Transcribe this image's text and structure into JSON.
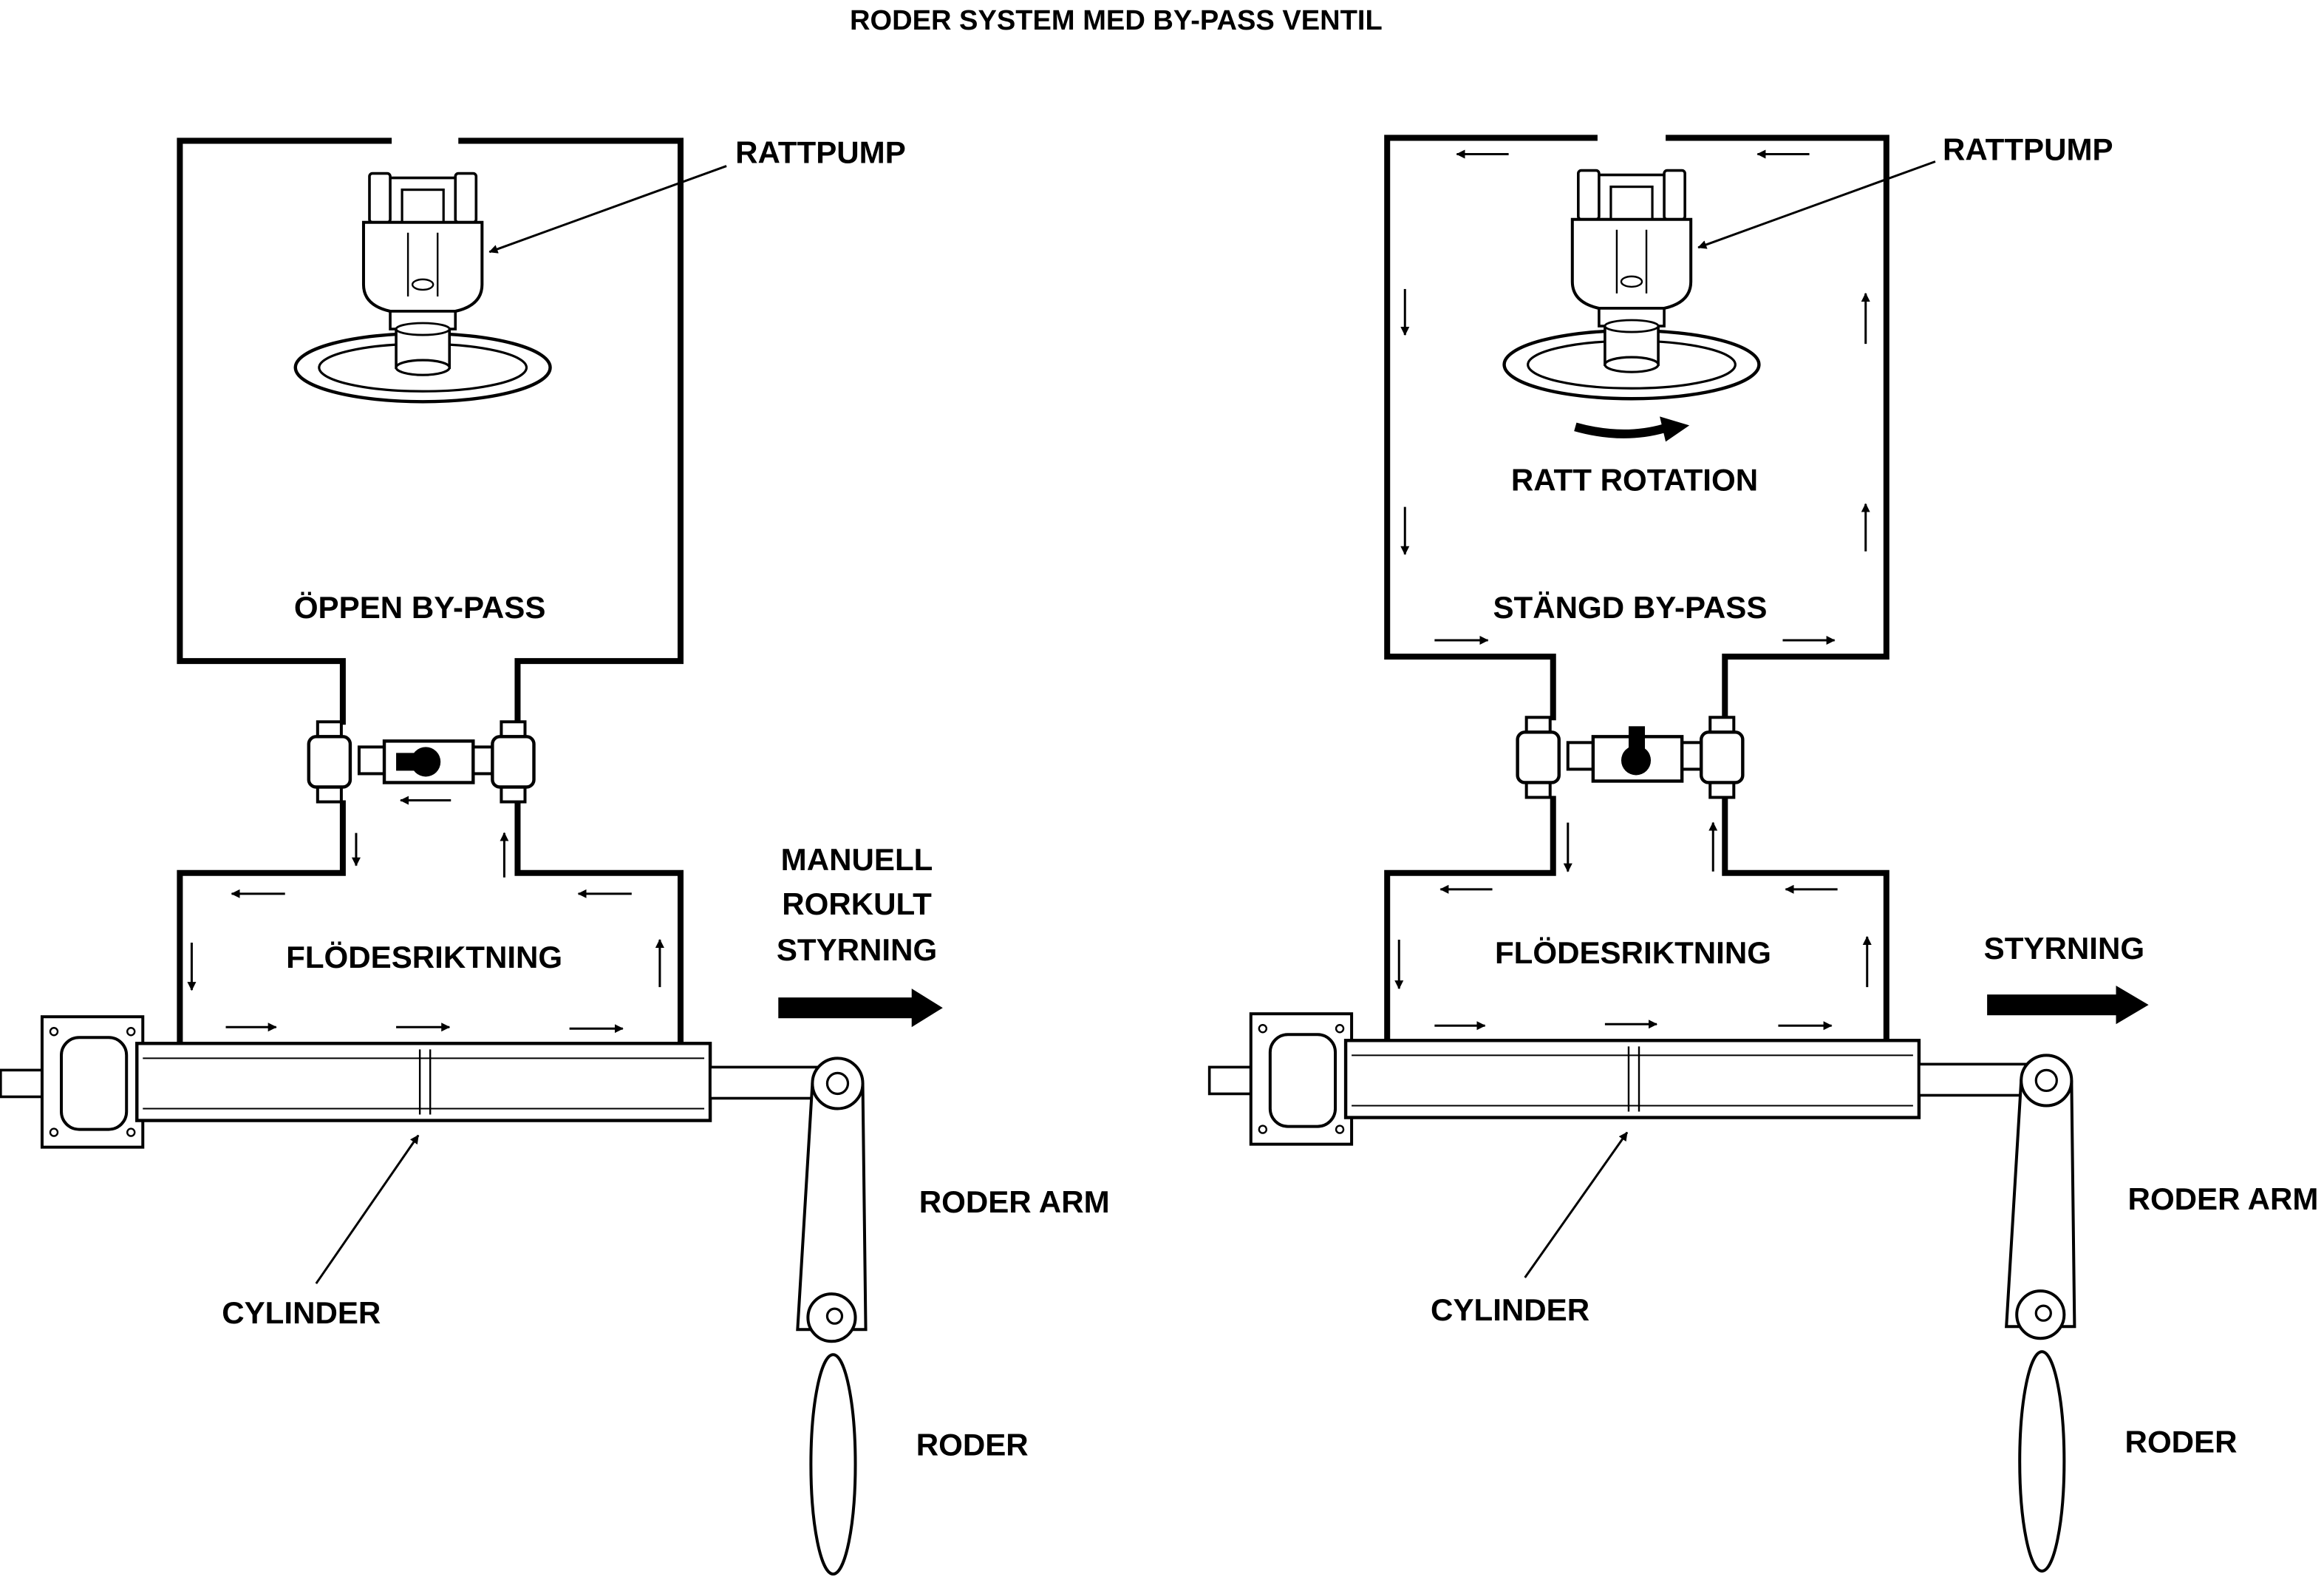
{
  "title": "RODER SYSTEM MED BY-PASS VENTIL",
  "left_panel": {
    "pump_label": "RATTPUMP",
    "bypass_label": "ÖPPEN BY-PASS",
    "flow_label": "FLÖDESRIKTNING",
    "steering_label_lines": [
      "MANUELL",
      "RORKULT",
      "STYRNING"
    ],
    "cylinder_label": "CYLINDER",
    "rudder_arm_label": "RODER ARM",
    "rudder_label": "RODER"
  },
  "right_panel": {
    "pump_label": "RATTPUMP",
    "rotation_label": "RATT ROTATION",
    "bypass_label": "STÄNGD BY-PASS",
    "flow_label": "FLÖDESRIKTNING",
    "steering_label": "STYRNING",
    "cylinder_label": "CYLINDER",
    "rudder_arm_label": "RODER ARM",
    "rudder_label": "RODER"
  },
  "colors": {
    "line": "#000000",
    "background": "#ffffff"
  }
}
